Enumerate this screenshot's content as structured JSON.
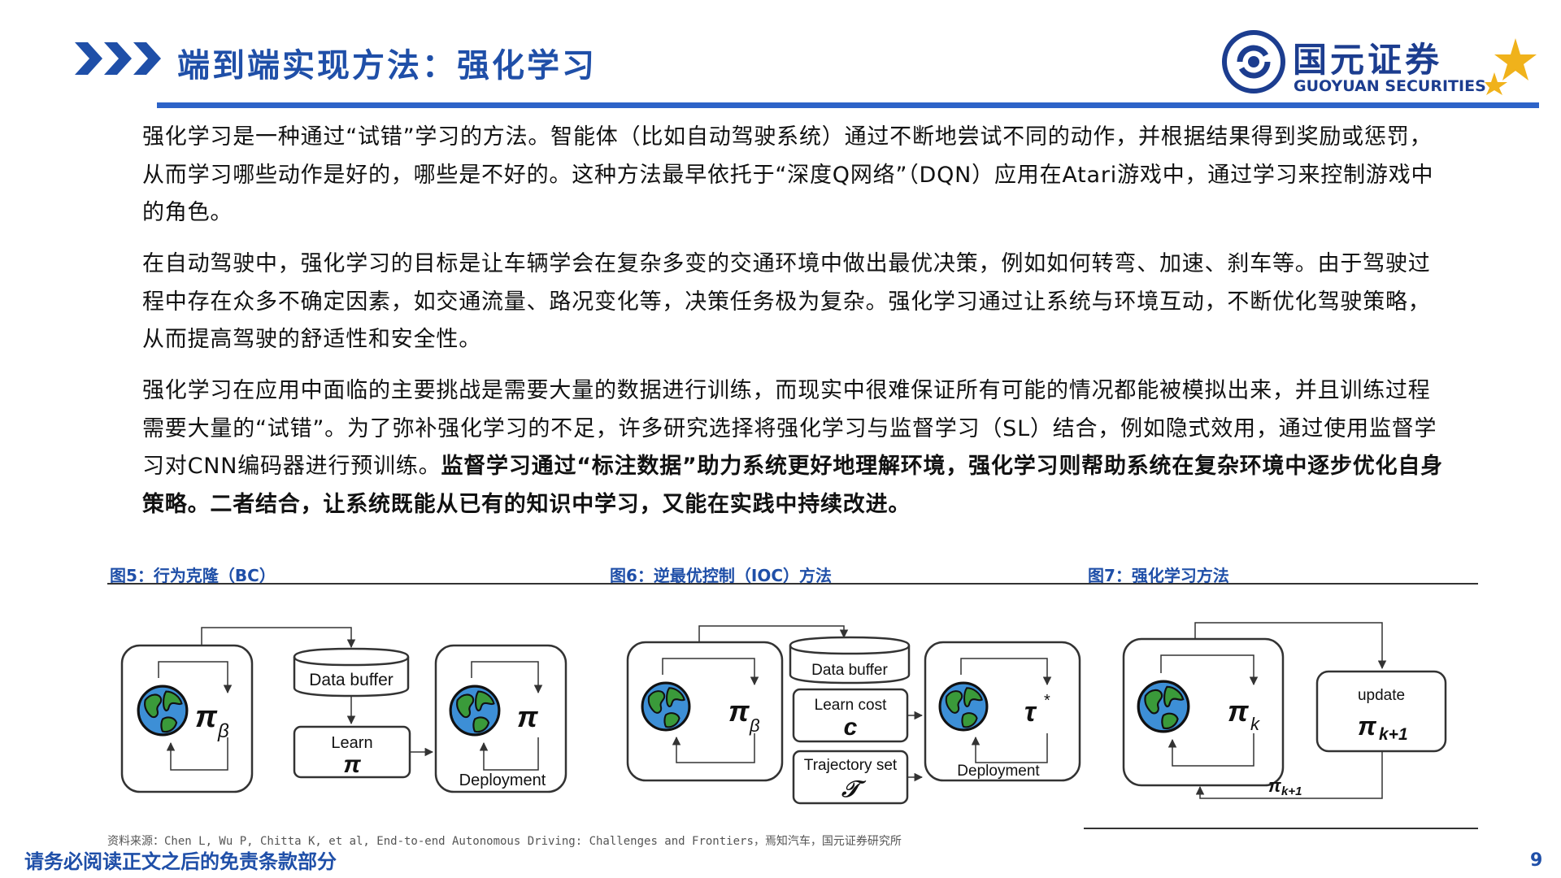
{
  "header": {
    "title": "端到端实现方法：强化学习",
    "logo_cn": "国元证券",
    "logo_en": "GUOYUAN SECURITIES"
  },
  "body": {
    "p1": "强化学习是一种通过“试错”学习的方法。智能体（比如自动驾驶系统）通过不断地尝试不同的动作，并根据结果得到奖励或惩罚，从而学习哪些动作是好的，哪些是不好的。这种方法最早依托于“深度Q网络”（DQN）应用在Atari游戏中，通过学习来控制游戏中的角色。",
    "p2": "在自动驾驶中，强化学习的目标是让车辆学会在复杂多变的交通环境中做出最优决策，例如如何转弯、加速、刹车等。由于驾驶过程中存在众多不确定因素，如交通流量、路况变化等，决策任务极为复杂。强化学习通过让系统与环境互动，不断优化驾驶策略，从而提高驾驶的舒适性和安全性。",
    "p3_normal": "强化学习在应用中面临的主要挑战是需要大量的数据进行训练，而现实中很难保证所有可能的情况都能被模拟出来，并且训练过程需要大量的“试错”。为了弥补强化学习的不足，许多研究选择将强化学习与监督学习（SL）结合，例如隐式效用，通过使用监督学习对CNN编码器进行预训练。",
    "p3_bold": "监督学习通过“标注数据”助力系统更好地理解环境，强化学习则帮助系统在复杂环境中逐步优化自身策略。二者结合，让系统既能从已有的知识中学习，又能在实践中持续改进。"
  },
  "figures": {
    "fig5": {
      "caption": "图5：行为克隆（BC）",
      "data_buffer": "Data buffer",
      "learn": "Learn",
      "pi": "π",
      "pi_sub": "β",
      "deployment": "Deployment"
    },
    "fig6": {
      "caption": "图6：逆最优控制（IOC）方法",
      "data_buffer": "Data buffer",
      "learn_cost": "Learn cost",
      "c": "c",
      "trajectory": "Trajectory set",
      "t_script": "𝒯",
      "pi": "π",
      "pi_sub": "β",
      "tau": "τ",
      "tau_sup": "*",
      "deployment": "Deployment"
    },
    "fig7": {
      "caption": "图7：强化学习方法",
      "update": "update",
      "pi": "π",
      "k": "k",
      "k1": "k+1"
    }
  },
  "footer": {
    "source": "资料来源：Chen L, Wu P, Chitta K, et al, End-to-end Autonomous Driving:  Challenges and Frontiers，焉知汽车，国元证券研究所",
    "disclaimer": "请务必阅读正文之后的免责条款部分",
    "page": "9"
  },
  "colors": {
    "brand_blue": "#1f4fa8",
    "rule_blue": "#2d63c8",
    "gold": "#f0b21b"
  }
}
